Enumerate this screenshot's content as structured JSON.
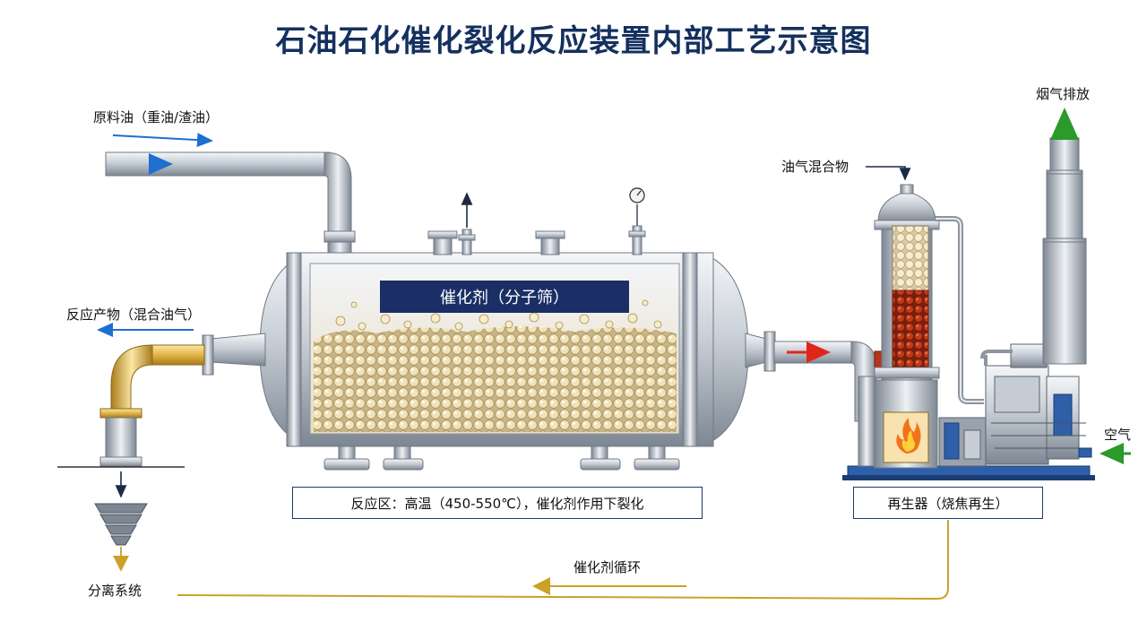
{
  "title": "石油石化催化裂化反应装置内部工艺示意图",
  "labels": {
    "feed": "原料油（重油/渣油）",
    "product": "反应产物（混合油气）",
    "catalyst": "催化剂（分子筛）",
    "oil_gas_mix": "油气混合物",
    "flue_gas": "烟气排放",
    "air": "空气",
    "reaction_zone": "反应区：高温（450-550℃），催化剂作用下裂化",
    "regenerator": "再生器（烧焦再生）",
    "catalyst_cycle": "催化剂循环",
    "separation": "分离系统"
  },
  "colors": {
    "title": "#14305e",
    "box_border": "#1f3a6b",
    "catalyst_label_bg": "#1b2f66",
    "feed_arrow": "#1e6fd0",
    "hot_arrow": "#e0261b",
    "air_arrow": "#2a9a2a",
    "flue_arrow": "#2a9a2a",
    "cycle_line": "#c9a227",
    "product_pipe": "#d9a934",
    "catalyst_bead": "#ecdcae",
    "hot_catalyst": "#b8341a"
  },
  "icons": [
    "flame-icon",
    "pressure-gauge-icon"
  ]
}
